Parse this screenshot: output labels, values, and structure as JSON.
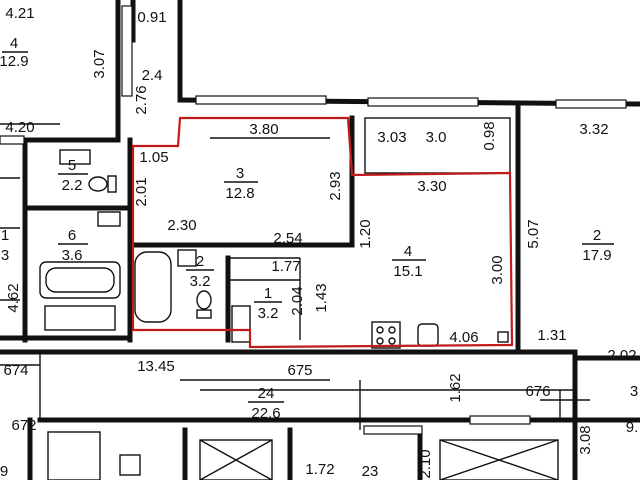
{
  "plan": {
    "highlight_color": "#c21b1b",
    "rooms": [
      {
        "id": "r4-top",
        "num": "4",
        "area": "12.9"
      },
      {
        "id": "r24",
        "num": "24",
        "area": "22.6"
      },
      {
        "id": "r2-top",
        "num": "2",
        "area": "3.2"
      },
      {
        "id": "r3",
        "num": "3",
        "area": "12.8"
      },
      {
        "id": "r4",
        "num": "4",
        "area": "15.1"
      },
      {
        "id": "r2",
        "num": "2",
        "area": "17.9"
      },
      {
        "id": "r5",
        "num": "5",
        "area": "2.2"
      },
      {
        "id": "r6",
        "num": "6",
        "area": "3.6"
      },
      {
        "id": "r1",
        "num": "1",
        "area": "3.2"
      }
    ],
    "small_values": {
      "val_24_top": "2.4",
      "val_30": "3.0",
      "val_1_3": "3",
      "val_1_left": "1",
      "val_23": "23",
      "val_9_right": "9."
    },
    "dims": {
      "d421": "4.21",
      "d091": "0.91",
      "d307": "3.07",
      "d276": "2.76",
      "d420": "4.20",
      "d380": "3.80",
      "d105": "1.05",
      "d201": "2.01",
      "d230": "2.30",
      "d254": "2.54",
      "d293": "2.93",
      "d120": "1.20",
      "d303": "3.03",
      "d098": "0.98",
      "d330": "3.30",
      "d332": "3.32",
      "d507": "5.07",
      "d300": "3.00",
      "d177": "1.77",
      "d204": "2.04",
      "d143": "1.43",
      "d406": "4.06",
      "d131": "1.31",
      "d202": "2.02",
      "d462": "4.62",
      "d674": "674",
      "d1345": "13.45",
      "d675": "675",
      "d162": "1.62",
      "d676": "676",
      "d672": "672",
      "d308": "3.08",
      "d172": "1.72",
      "d210": "2.10",
      "d9": "9",
      "d3r": "3"
    }
  }
}
